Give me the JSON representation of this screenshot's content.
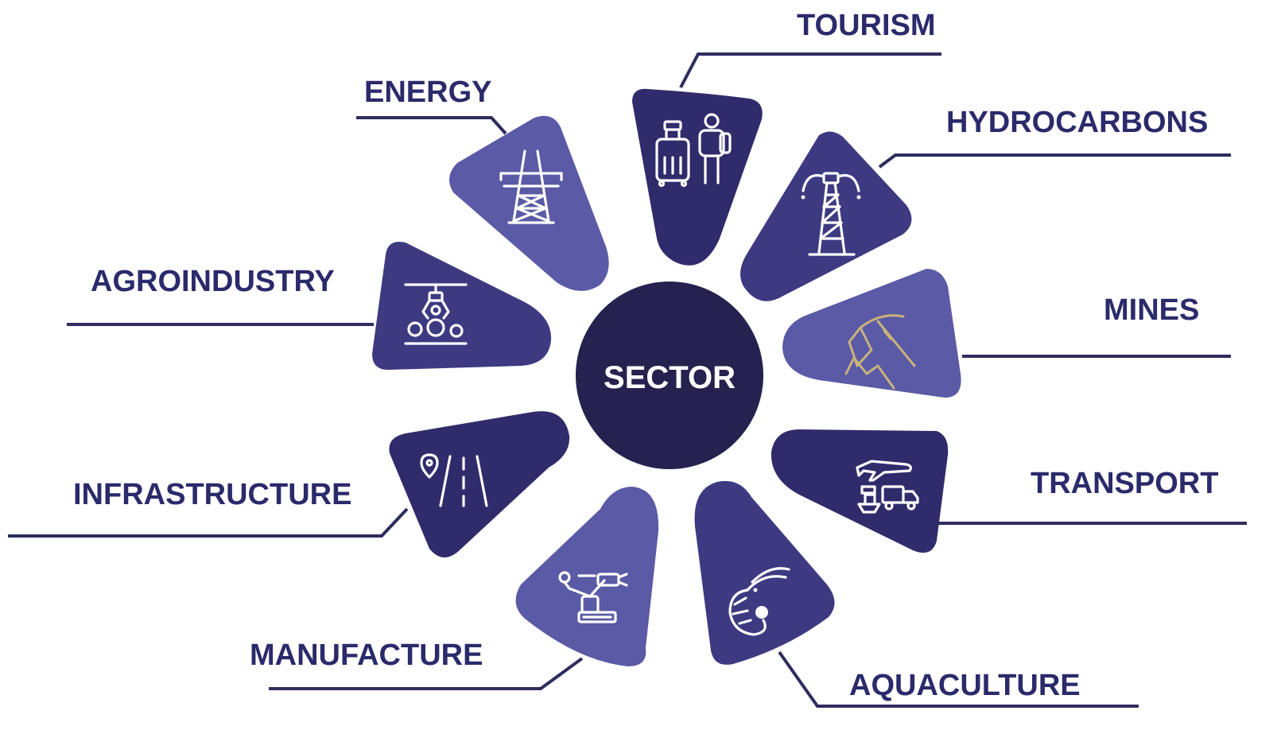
{
  "center": {
    "label": "SECTOR"
  },
  "sectors": [
    {
      "label": "TOURISM",
      "icon": "luggage-traveler-icon",
      "color": "#302b6b"
    },
    {
      "label": "HYDROCARBONS",
      "icon": "oil-rig-icon",
      "color": "#3d3a82"
    },
    {
      "label": "MINES",
      "icon": "pickaxe-icon",
      "color": "#5a5aa6"
    },
    {
      "label": "TRANSPORT",
      "icon": "plane-ship-truck-icon",
      "color": "#302b6b"
    },
    {
      "label": "AQUACULTURE",
      "icon": "shrimp-icon",
      "color": "#3d3a82"
    },
    {
      "label": "MANUFACTURE",
      "icon": "robot-arm-icon",
      "color": "#5a5aa6"
    },
    {
      "label": "INFRASTRUCTURE",
      "icon": "road-pin-icon",
      "color": "#302b6b"
    },
    {
      "label": "AGROINDUSTRY",
      "icon": "claw-fruit-icon",
      "color": "#3d3a82"
    },
    {
      "label": "ENERGY",
      "icon": "power-tower-icon",
      "color": "#5a5aa6"
    }
  ],
  "colors": {
    "center": "#25224f",
    "label": "#2b2a6b",
    "leader": "#2e2d5e"
  }
}
